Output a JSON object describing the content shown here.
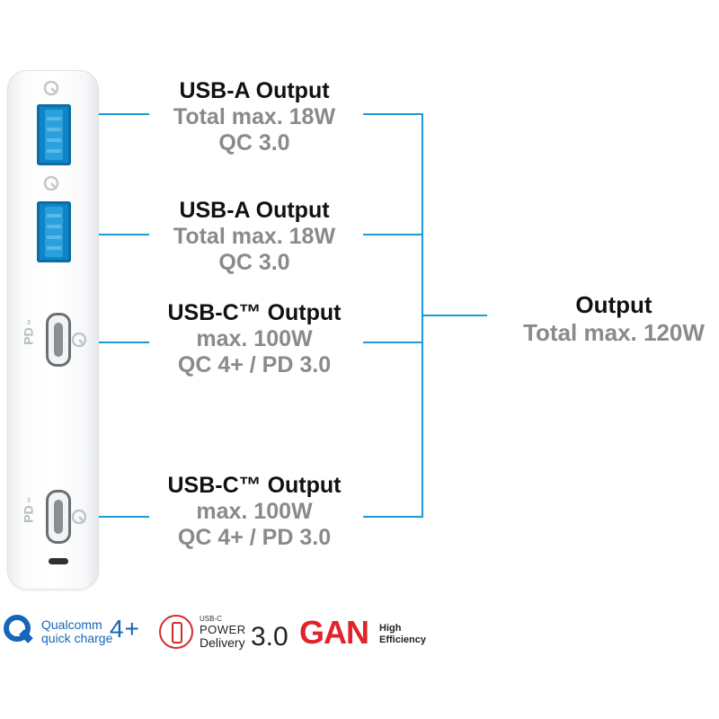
{
  "ports": [
    {
      "title": "USB-A Output",
      "line1": "Total max. 18W",
      "line2": "QC 3.0"
    },
    {
      "title": "USB-A Output",
      "line1": "Total max. 18W",
      "line2": "QC 3.0"
    },
    {
      "title": "USB-C™ Output",
      "line1": "max. 100W",
      "line2": "QC 4+ / PD 3.0"
    },
    {
      "title": "USB-C™ Output",
      "line1": "max. 100W",
      "line2": "QC 4+ / PD 3.0"
    }
  ],
  "device": {
    "pd_mark": "PD",
    "pd_sup": "3"
  },
  "output": {
    "title": "Output",
    "line1": "Total max. 120W"
  },
  "logos": {
    "qc_line1": "Qualcomm",
    "qc_line2": "quick charge",
    "qc_version": "4+",
    "pd_small": "USB-C",
    "pd_power": "POWER",
    "pd_delivery": "Delivery",
    "pd_version": "3.0",
    "gan": "GAN",
    "gan_line1": "High",
    "gan_line2": "Efficiency"
  },
  "colors": {
    "line": "#1a9ad6",
    "usb_a": "#0f84c6",
    "title_text": "#111111",
    "sub_text": "#8a8a8a",
    "qc_blue": "#1565b9",
    "pd_red": "#d22b2b",
    "gan_red": "#e0242b"
  }
}
